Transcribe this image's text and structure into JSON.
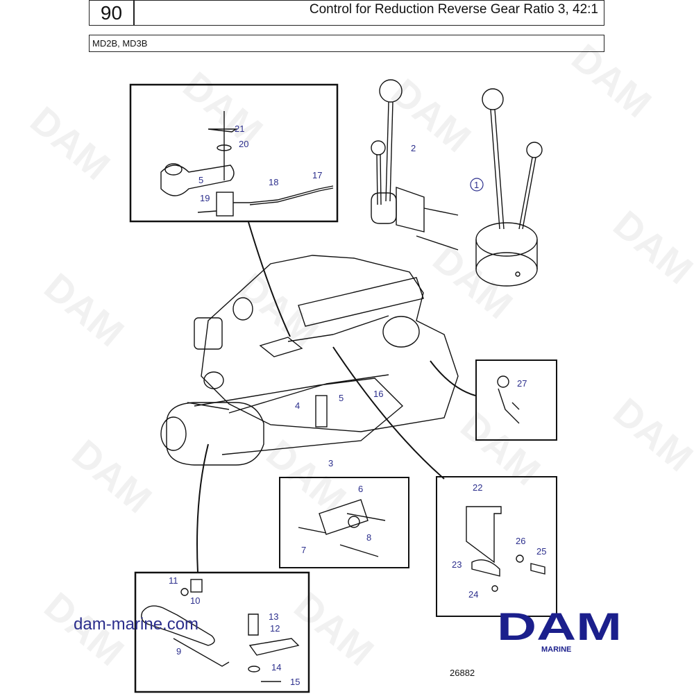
{
  "header": {
    "page_number": "90",
    "title": "Control for Reduction Reverse Gear Ratio 3, 42:1",
    "models": "MD2B, MD3B"
  },
  "watermark": {
    "text": "DAM"
  },
  "footer": {
    "website": "dam-marine.com",
    "logo_text": "DAM",
    "logo_subtext": "MARINE",
    "drawing_number": "26882"
  },
  "brand_color": "#1b1f8c",
  "label_color": "#2b2e8c",
  "callouts": [
    "1",
    "2",
    "3",
    "4",
    "5",
    "5",
    "6",
    "7",
    "8",
    "9",
    "10",
    "11",
    "12",
    "13",
    "14",
    "15",
    "16",
    "17",
    "18",
    "19",
    "20",
    "21",
    "22",
    "23",
    "24",
    "25",
    "26",
    "27"
  ]
}
